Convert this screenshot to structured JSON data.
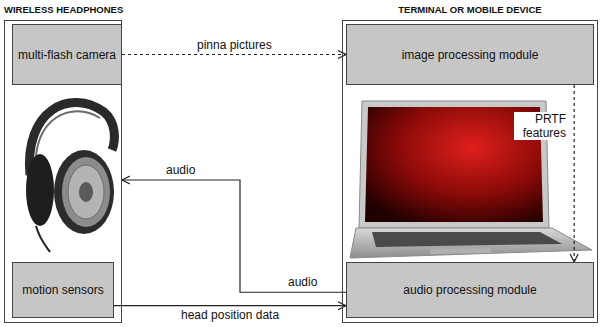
{
  "diagram": {
    "nodes": [
      {
        "text": [
          "WIRELESS HEADPHONES"
        ]
      },
      {
        "text": [
          "multi-flash camera"
        ],
        "in": 0
      },
      {
        "text": [
          "motion sensors"
        ],
        "in": 0
      },
      {
        "text": [
          "TERMINAL OR MOBILE DEVICE"
        ]
      },
      {
        "text": [
          "image processing module"
        ],
        "in": 3
      },
      {
        "text": [
          "audio processing module"
        ],
        "in": 3
      }
    ],
    "edges": [
      {
        "from": 1,
        "to": 4,
        "label": "pinna pictures",
        "arrow": "to"
      },
      {
        "from": 4,
        "to": 5,
        "label": "PRTF features",
        "arrow": "to"
      },
      {
        "from": 5,
        "to": 0,
        "label": "audio",
        "arrow": "to"
      },
      {
        "from": 2,
        "to": 5,
        "label": "head position data",
        "arrow": "to"
      }
    ],
    "labels": [
      "audio"
    ]
  }
}
